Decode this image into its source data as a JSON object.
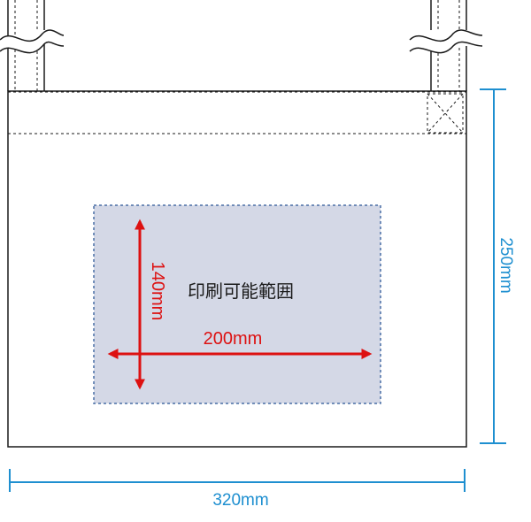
{
  "print_area": {
    "label": "印刷可能範囲",
    "width_label": "200mm",
    "height_label": "140mm",
    "fill_color": "#d4d8e6",
    "border_color": "#4a6fa5"
  },
  "bag": {
    "width_label": "320mm",
    "height_label": "250mm"
  },
  "colors": {
    "outline": "#1a1a1a",
    "dimension": "#1e8fd0",
    "arrow": "#dd1111",
    "label_text": "#1a1a1a"
  }
}
